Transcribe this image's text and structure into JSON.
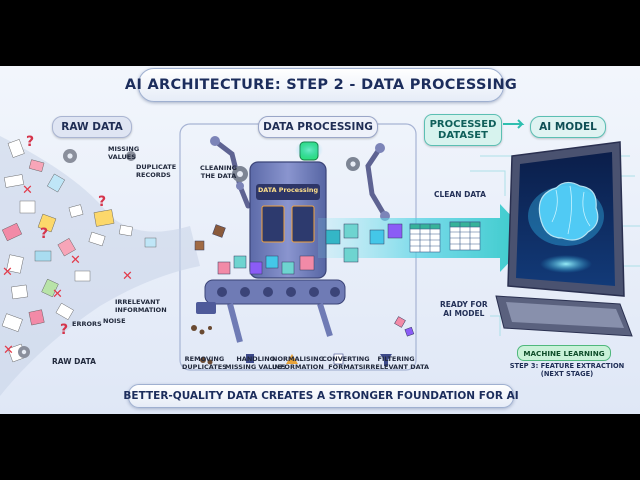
{
  "title": "AI ARCHITECTURE: STEP 2 - DATA PROCESSING",
  "sections": {
    "raw": "RAW DATA",
    "processing": "DATA PROCESSING",
    "dataset_line1": "PROCESSED",
    "dataset_line2": "DATASET",
    "model": "AI MODEL"
  },
  "raw_notes": {
    "missing": [
      "MISSING",
      "VALUES"
    ],
    "duplicate": [
      "DUPLICATE",
      "RECORDS"
    ],
    "irrelevant": [
      "IRRELEVANT",
      "INFORMATION"
    ],
    "noise": "NOISE",
    "errors": "ERRORS",
    "raw_data": "RAW DATA"
  },
  "cleaning": [
    "CLEANING",
    "THE DATA"
  ],
  "machine_label": "DATA Processing",
  "steps": [
    [
      "REMOVING",
      "DUPLICATES"
    ],
    [
      "HANDLING",
      "MISSING VALUES"
    ],
    [
      "NORMALISING",
      "INFORMATION"
    ],
    [
      "CONVERTING",
      "FORMATS"
    ],
    [
      "FILTERING",
      "IRRELEVANT DATA"
    ]
  ],
  "clean_data": "CLEAN DATA",
  "ready": [
    "READY FOR",
    "AI MODEL"
  ],
  "machine_learning": "MACHINE LEARNING",
  "step3": [
    "STEP 3: FEATURE EXTRACTION",
    "(NEXT STAGE)"
  ],
  "bottom": "BETTER-QUALITY DATA CREATES A STRONGER FOUNDATION FOR AI",
  "colors": {
    "navy": "#1c2d5c",
    "teal": "#2fbfb0",
    "cyan": "#44d7ea",
    "machine": "#6e7bb8",
    "green": "#4fb87c"
  }
}
